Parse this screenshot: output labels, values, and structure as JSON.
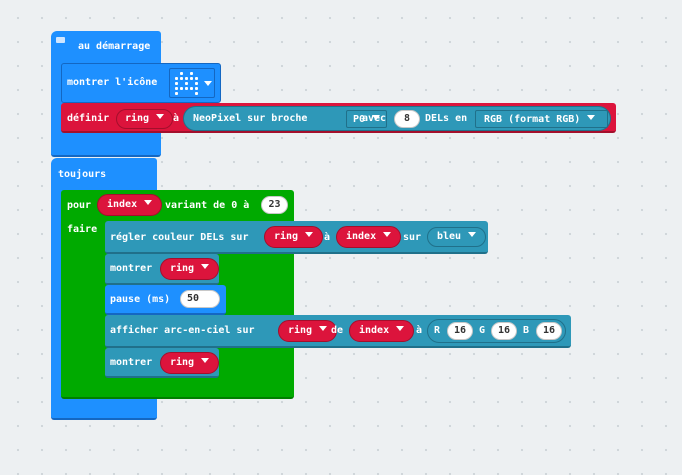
{
  "on_start": {
    "label": "au démarrage",
    "show_icon_label": "montrer l'icône",
    "icon_name": "space-invader-icon",
    "define_label": "définir",
    "define_var": "ring",
    "define_to": "à",
    "neopixel_label": "NeoPixel sur broche",
    "pin": "P0",
    "with_label": "avec",
    "led_count": "8",
    "leds_in_label": "DELs en",
    "mode": "RGB (format RGB)"
  },
  "forever": {
    "label": "toujours",
    "for_label": "pour",
    "loop_var": "index",
    "range_label": "variant de 0 à",
    "range_end": "23",
    "do_label": "faire",
    "set_pixel_label": "régler couleur DELs sur",
    "set_pixel_strip": "ring",
    "set_pixel_at": "à",
    "set_pixel_index": "index",
    "set_pixel_on": "sur",
    "set_pixel_color": "bleu",
    "show1_label": "montrer",
    "show1_strip": "ring",
    "pause_label": "pause (ms)",
    "pause_value": "50",
    "rainbow_label": "afficher arc-en-ciel sur",
    "rainbow_strip": "ring",
    "rainbow_from": "de",
    "rainbow_index": "index",
    "rainbow_to": "à",
    "r_label": "R",
    "r_value": "16",
    "g_label": "G",
    "g_value": "16",
    "b_label": "B",
    "b_value": "16",
    "show2_label": "montrer",
    "show2_strip": "ring"
  }
}
